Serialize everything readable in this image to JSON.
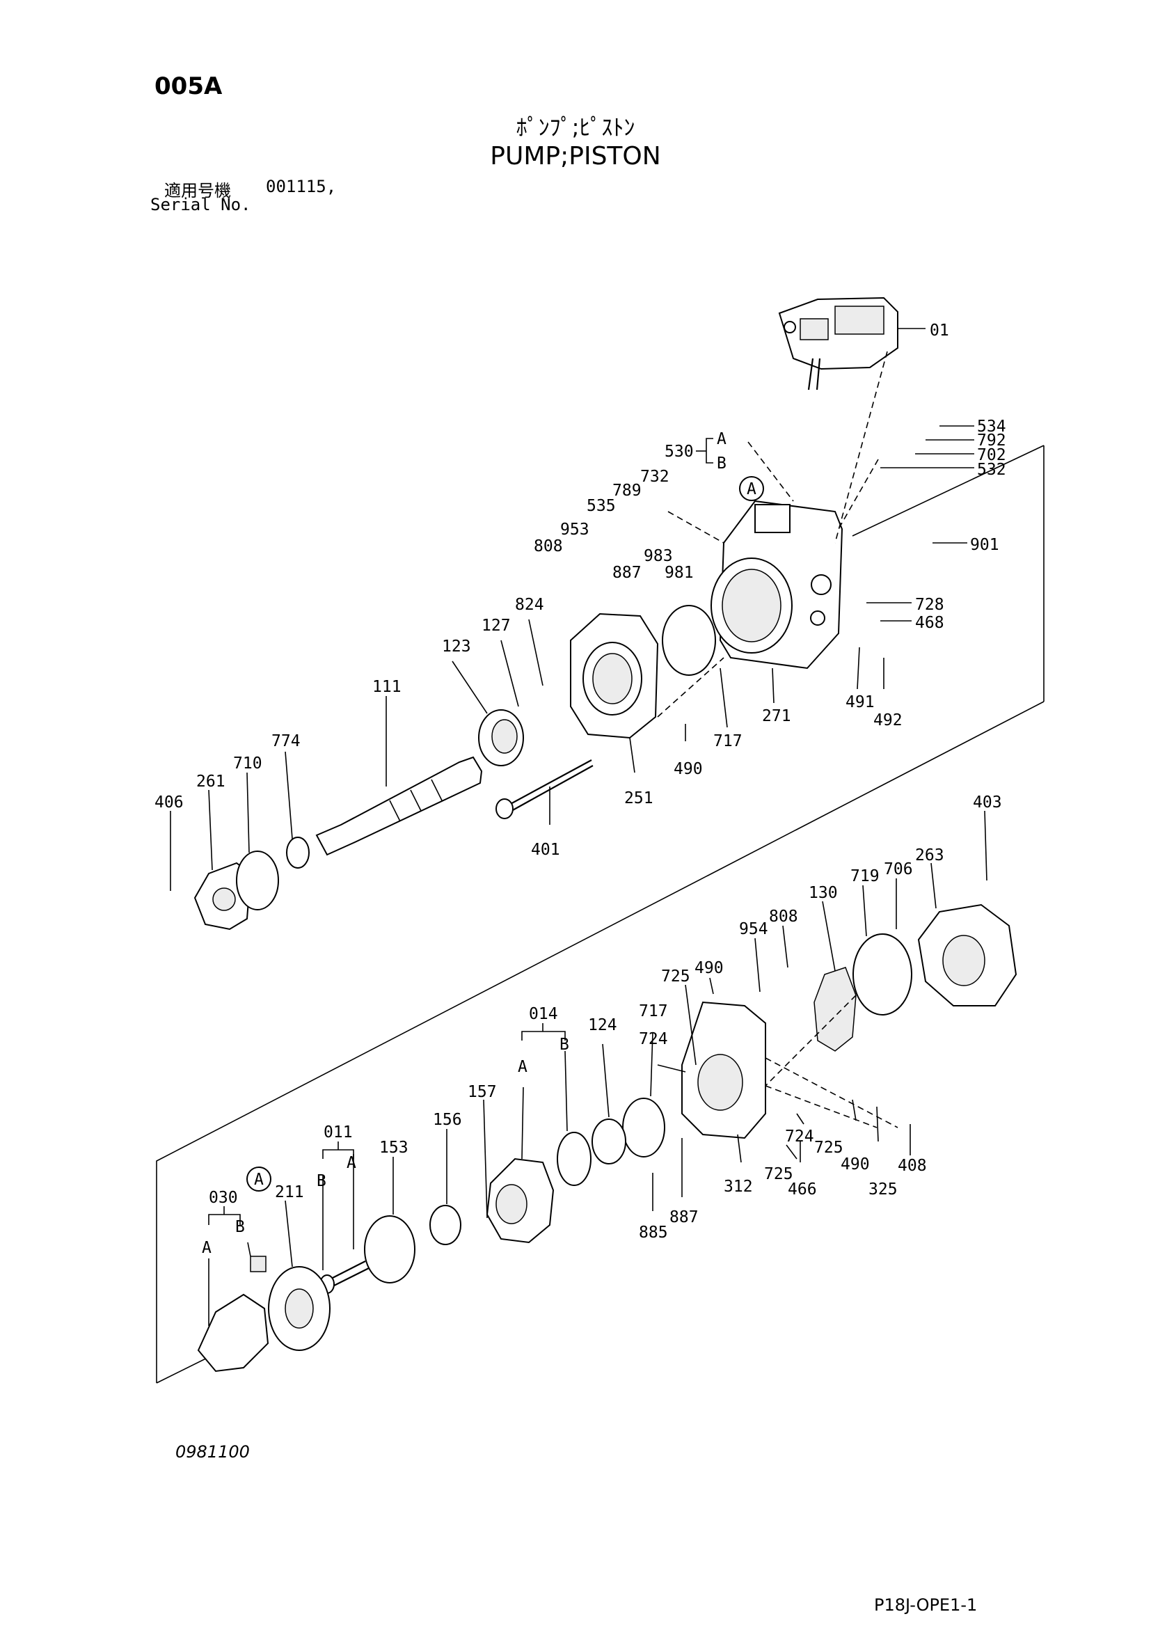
{
  "header": {
    "page_code": "005A",
    "title_jp": "ﾎﾟﾝﾌﾟ;ﾋﾟｽﾄﾝ",
    "title_en": "PUMP;PISTON",
    "serial_label_jp": "適用号機",
    "serial_value": "001115,",
    "serial_label_en": "Serial No."
  },
  "footer": {
    "drawing_number": "0981100",
    "sheet_code": "P18J-OPE1-1"
  },
  "callouts": {
    "c01": "01",
    "c534": "534",
    "c792": "792",
    "c702": "702",
    "c532": "532",
    "c530": "530",
    "c530a": "A",
    "c530b": "B",
    "refA1": "A",
    "c732": "732",
    "c789": "789",
    "c535": "535",
    "c953": "953",
    "c808a": "808",
    "c983": "983",
    "c981": "981",
    "c887a": "887",
    "c901": "901",
    "c824": "824",
    "c127": "127",
    "c123": "123",
    "c111": "111",
    "c728": "728",
    "c468": "468",
    "c491": "491",
    "c492": "492",
    "c271": "271",
    "c717a": "717",
    "c490a": "490",
    "c251": "251",
    "c401": "401",
    "c774": "774",
    "c710": "710",
    "c261": "261",
    "c406": "406",
    "c403": "403",
    "c263": "263",
    "c706": "706",
    "c719": "719",
    "c130": "130",
    "c808b": "808",
    "c954": "954",
    "c490b": "490",
    "c725a": "725",
    "c014": "014",
    "c014a": "A",
    "c014b": "B",
    "c717b": "717",
    "c124": "124",
    "c724a": "724",
    "c157": "157",
    "c156": "156",
    "c153": "153",
    "c011": "011",
    "c011a": "A",
    "c011b": "B",
    "refA2": "A",
    "c030": "030",
    "c030a": "A",
    "c030b": "B",
    "c211": "211",
    "c724b": "724",
    "c725b": "725",
    "c725c": "725",
    "c466": "466",
    "c490c": "490",
    "c408": "408",
    "c325": "325",
    "c312": "312",
    "c887b": "887",
    "c885": "885"
  }
}
